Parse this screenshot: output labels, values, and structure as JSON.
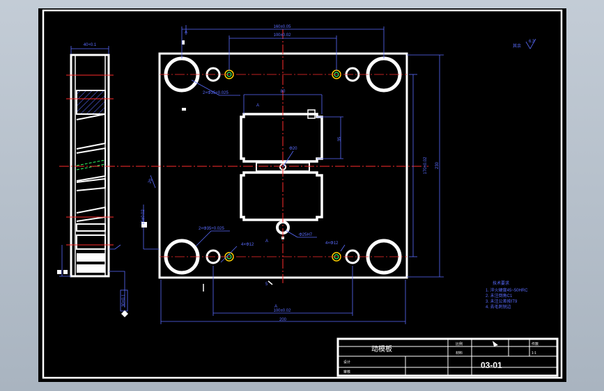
{
  "title_block": {
    "part_name": "动模板",
    "drawing_code": "03-01",
    "scale_label": "比例",
    "material_label": "材料",
    "designer_label": "设计",
    "reviewer_label": "审核",
    "qty_label": "件数",
    "ratio_label": "1:1"
  },
  "section_labels": {
    "a_top": "A",
    "a_cavity": "A",
    "a_right": "A",
    "a_bottom": "A"
  },
  "dims": {
    "top_outer": "160±0.05",
    "top_inner": "100±0.02",
    "left_part_width": "40+0.1",
    "cavity_width": "80",
    "height_inner": "170±0.02",
    "height_outer": "230",
    "bottom_inner": "100±0.02",
    "bottom_outer": "200",
    "guide_hole_top": "2×Φ35+0.025",
    "guide_hole_bottom": "2×Φ35+0.025",
    "pin_hole_bottom": "4×Φ12",
    "sprue": "Φ25H7",
    "reset_hole": "4×Φ12",
    "insert_hole": "Φ20",
    "cavity_depth": "35",
    "side_dim": "20",
    "left_dim": "5",
    "side_vert": "15±0.02",
    "vert_bottom": "30±0.1"
  },
  "roughness": {
    "label": "其余",
    "value": "6.3"
  },
  "notes": {
    "heading": "技术要求",
    "lines": [
      "1. 淬火硬度45~50HRC",
      "2. 未注倒角C1",
      "3. 未注公差按IT9",
      "4. 去毛刺锐边"
    ]
  }
}
